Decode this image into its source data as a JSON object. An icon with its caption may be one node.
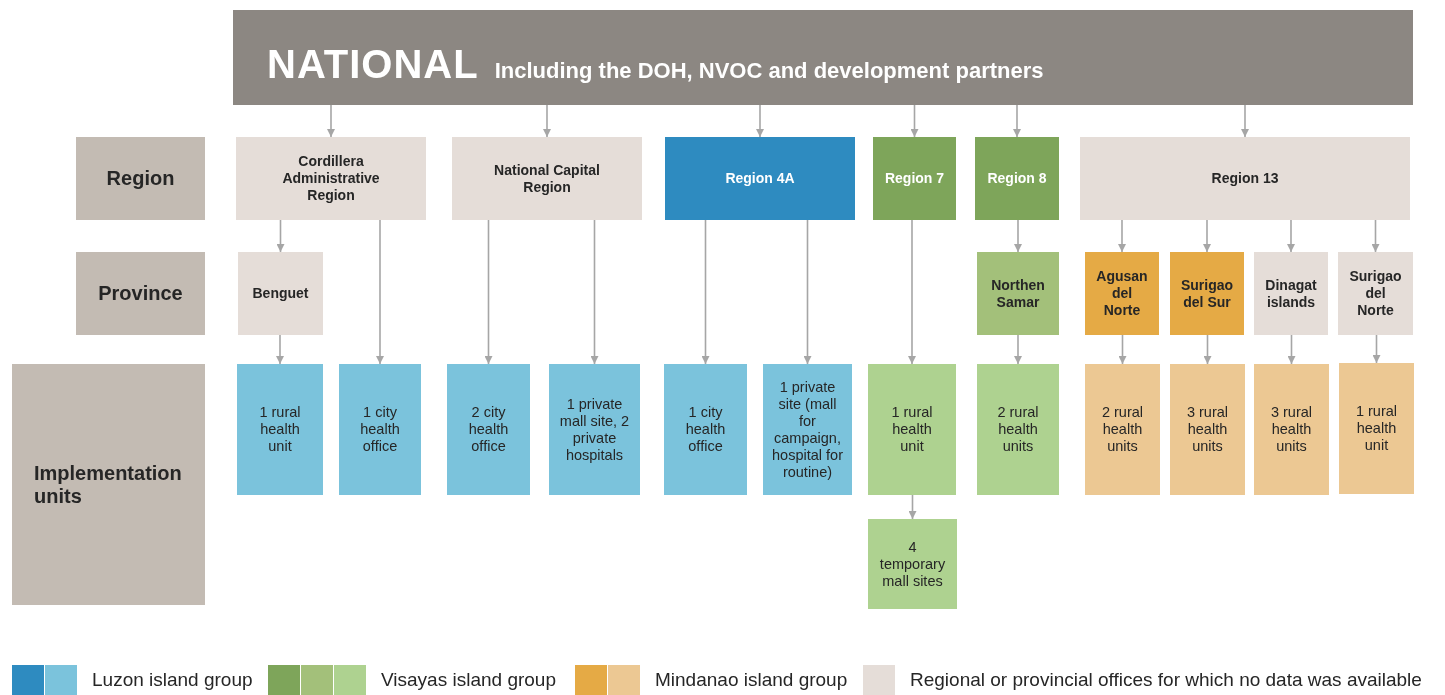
{
  "diagram": {
    "nodes": [
      {
        "text": [
          "NATIONAL",
          "Including the DOH, NVOC and development partners"
        ]
      },
      {
        "text": [
          "Region"
        ]
      },
      {
        "text": [
          "Province"
        ]
      },
      {
        "text": [
          "Implementation units"
        ]
      },
      {
        "text": [
          "Cordillera Administrative Region"
        ]
      },
      {
        "text": [
          "National Capital Region"
        ]
      },
      {
        "text": [
          "Region 4A"
        ]
      },
      {
        "text": [
          "Region 7"
        ]
      },
      {
        "text": [
          "Region 8"
        ]
      },
      {
        "text": [
          "Region 13"
        ]
      },
      {
        "text": [
          "Benguet"
        ]
      },
      {
        "text": [
          "Northen Samar"
        ]
      },
      {
        "text": [
          "Agusan del Norte"
        ]
      },
      {
        "text": [
          "Surigao del Sur"
        ]
      },
      {
        "text": [
          "Dinagat islands"
        ]
      },
      {
        "text": [
          "Surigao del Norte"
        ]
      },
      {
        "text": [
          "1 rural health unit"
        ]
      },
      {
        "text": [
          "1 city health office"
        ]
      },
      {
        "text": [
          "2 city health office"
        ]
      },
      {
        "text": [
          "1 private mall site, 2 private hospitals"
        ]
      },
      {
        "text": [
          "1 city health office"
        ]
      },
      {
        "text": [
          "1 private site (mall for campaign, hospital for routine)"
        ]
      },
      {
        "text": [
          "1 rural health unit"
        ]
      },
      {
        "text": [
          "2 rural health units"
        ]
      },
      {
        "text": [
          "2 rural health units"
        ]
      },
      {
        "text": [
          "3 rural health units"
        ]
      },
      {
        "text": [
          "3 rural health units"
        ]
      },
      {
        "text": [
          "1 rural health unit"
        ]
      },
      {
        "text": [
          "4 temporary mall sites"
        ]
      }
    ],
    "edges": [
      {
        "from": 0,
        "to": 4,
        "arrow": "to"
      },
      {
        "from": 0,
        "to": 5,
        "arrow": "to"
      },
      {
        "from": 0,
        "to": 6,
        "arrow": "to"
      },
      {
        "from": 0,
        "to": 7,
        "arrow": "to"
      },
      {
        "from": 0,
        "to": 8,
        "arrow": "to"
      },
      {
        "from": 0,
        "to": 9,
        "arrow": "to"
      },
      {
        "from": 4,
        "to": 10,
        "arrow": "to"
      },
      {
        "from": 4,
        "to": 17,
        "arrow": "to"
      },
      {
        "from": 10,
        "to": 16,
        "arrow": "to"
      },
      {
        "from": 5,
        "to": 18,
        "arrow": "to"
      },
      {
        "from": 5,
        "to": 19,
        "arrow": "to"
      },
      {
        "from": 6,
        "to": 20,
        "arrow": "to"
      },
      {
        "from": 6,
        "to": 21,
        "arrow": "to"
      },
      {
        "from": 7,
        "to": 22,
        "arrow": "to"
      },
      {
        "from": 22,
        "to": 28,
        "arrow": "to"
      },
      {
        "from": 8,
        "to": 11,
        "arrow": "to"
      },
      {
        "from": 11,
        "to": 23,
        "arrow": "to"
      },
      {
        "from": 9,
        "to": 12,
        "arrow": "to"
      },
      {
        "from": 9,
        "to": 13,
        "arrow": "to"
      },
      {
        "from": 9,
        "to": 14,
        "arrow": "to"
      },
      {
        "from": 9,
        "to": 15,
        "arrow": "to"
      },
      {
        "from": 12,
        "to": 24,
        "arrow": "to"
      },
      {
        "from": 13,
        "to": 25,
        "arrow": "to"
      },
      {
        "from": 14,
        "to": 26,
        "arrow": "to"
      },
      {
        "from": 15,
        "to": 27,
        "arrow": "to"
      }
    ],
    "legend": [
      {
        "text": "Luzon island group",
        "color": "#2e8bc0"
      },
      {
        "text": "Visayas island group",
        "color": "#7ea55a"
      },
      {
        "text": "Mindanao island group",
        "color": "#e5aa45"
      },
      {
        "text": "Regional or provincial offices for which no data was available",
        "color": "#e5ddd8"
      }
    ]
  }
}
